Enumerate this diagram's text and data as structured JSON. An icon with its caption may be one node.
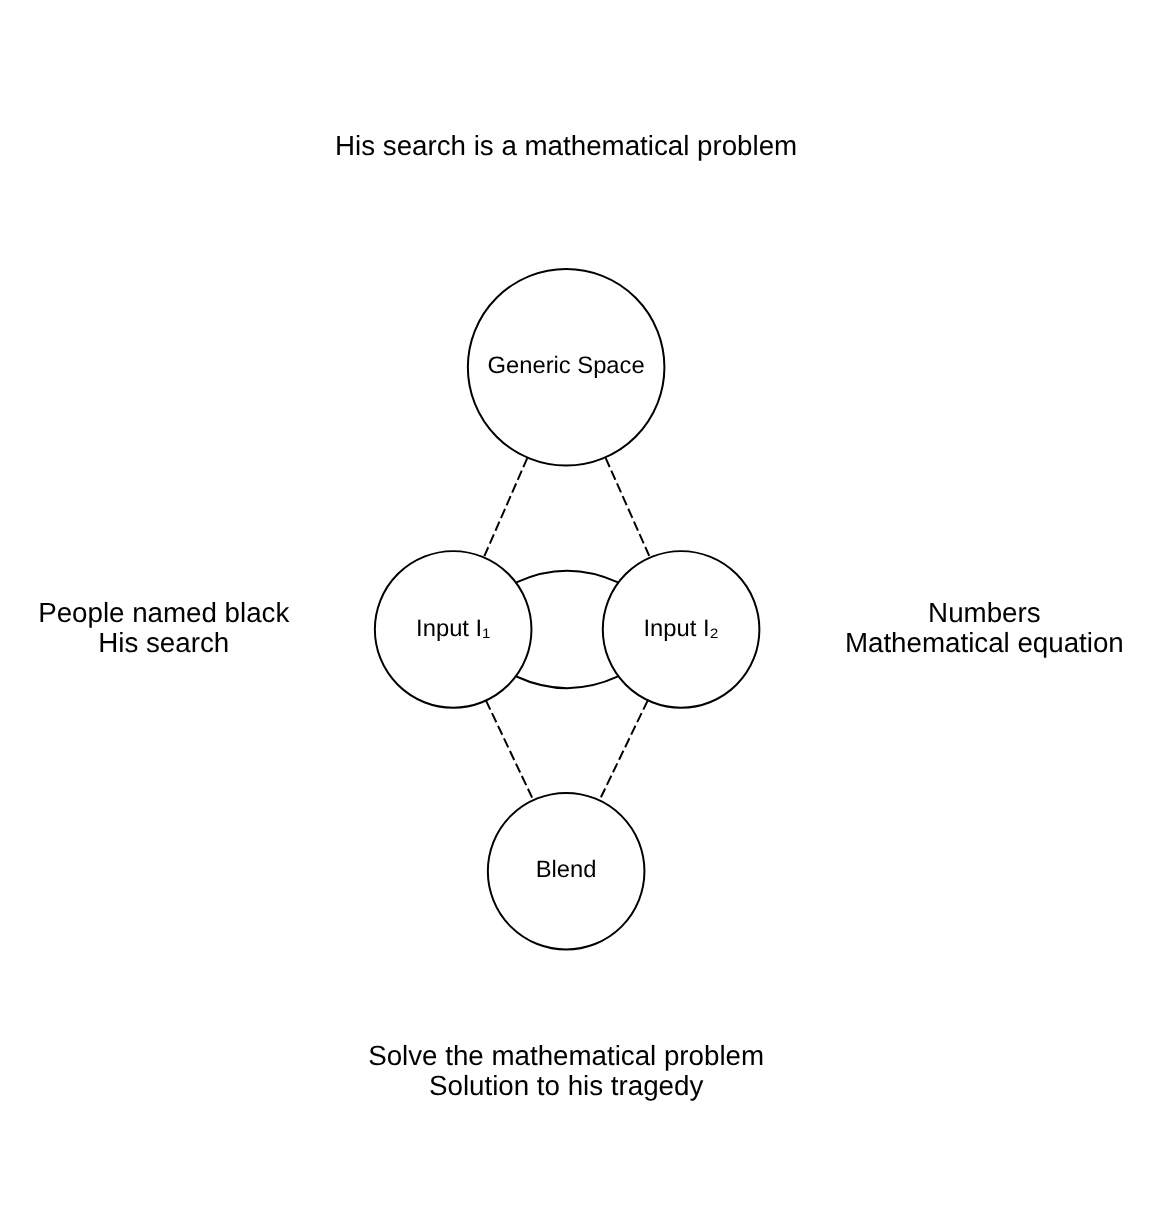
{
  "diagram": {
    "nodes": [
      {
        "text": [
          "Generic Space"
        ],
        "beside": [
          "His search is a mathematical problem"
        ]
      },
      {
        "text": [
          "Input I₁"
        ],
        "beside": [
          "People named black",
          "His search"
        ]
      },
      {
        "text": [
          "Input I₂"
        ],
        "beside": [
          "Numbers",
          "Mathematical equation"
        ]
      },
      {
        "text": [
          "Blend"
        ],
        "beside": [
          "Solve the mathematical problem",
          "Solution to his tragedy"
        ]
      }
    ],
    "edges": [
      {
        "from": 0,
        "to": 1,
        "arrow": "none",
        "style": "dashed"
      },
      {
        "from": 0,
        "to": 2,
        "arrow": "none",
        "style": "dashed"
      },
      {
        "from": 1,
        "to": 2,
        "arrow": "none"
      },
      {
        "from": 1,
        "to": 2,
        "arrow": "none"
      },
      {
        "from": 1,
        "to": 3,
        "arrow": "none",
        "style": "dashed"
      },
      {
        "from": 2,
        "to": 3,
        "arrow": "none",
        "style": "dashed"
      }
    ]
  }
}
